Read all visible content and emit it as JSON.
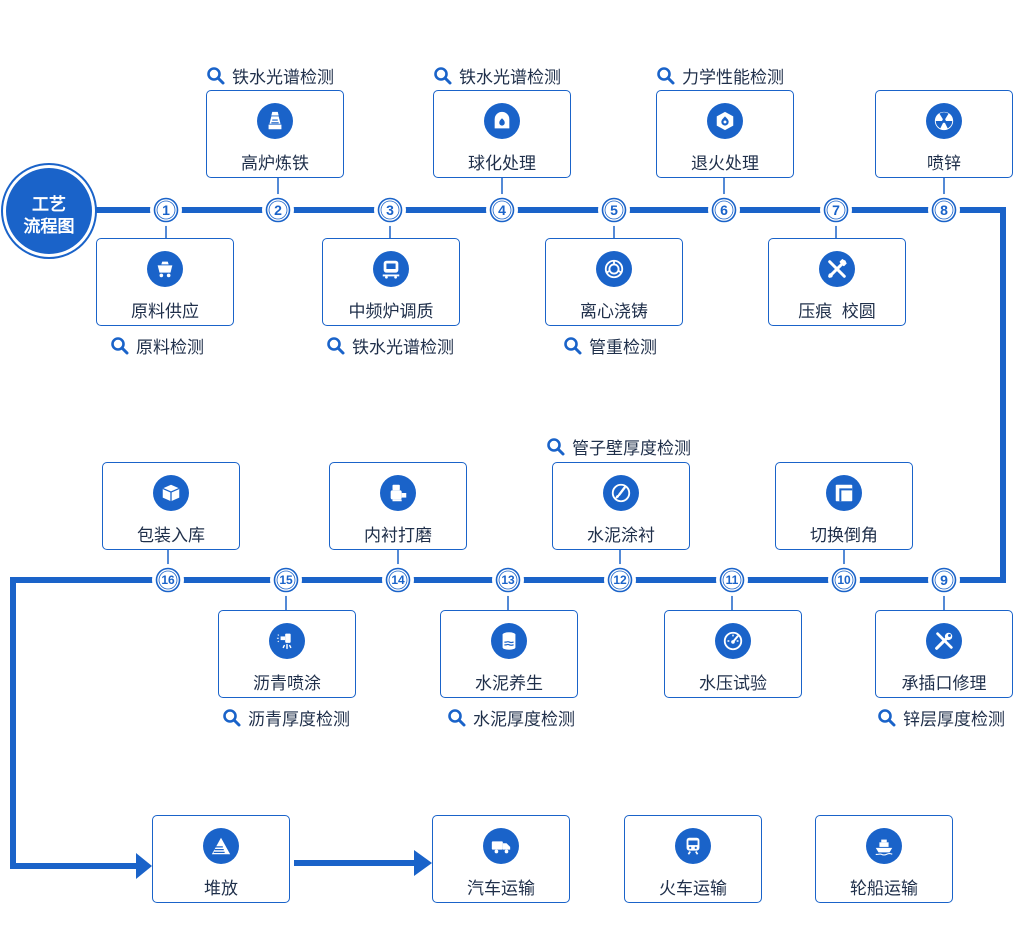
{
  "colors": {
    "accent": "#1a63c9",
    "text": "#1f2f4a",
    "background": "#ffffff"
  },
  "title": {
    "line1": "工艺",
    "line2": "流程图"
  },
  "steps": [
    {
      "num": "1",
      "label": "原料供应",
      "icon": "mine-cart-icon",
      "check": "原料检测"
    },
    {
      "num": "2",
      "label": "高炉炼铁",
      "icon": "blast-furnace-icon",
      "check": "铁水光谱检测"
    },
    {
      "num": "3",
      "label": "中频炉调质",
      "icon": "furnace-cart-icon",
      "check": "铁水光谱检测"
    },
    {
      "num": "4",
      "label": "球化处理",
      "icon": "ladle-flame-icon",
      "check": "铁水光谱检测"
    },
    {
      "num": "5",
      "label": "离心浇铸",
      "icon": "centrifuge-icon",
      "check": "管重检测"
    },
    {
      "num": "6",
      "label": "退火处理",
      "icon": "hex-flame-icon",
      "check": "力学性能检测"
    },
    {
      "num": "7",
      "label": "压痕  校圆",
      "icon": "tools-cross-icon",
      "check": ""
    },
    {
      "num": "8",
      "label": "喷锌",
      "icon": "radiation-icon",
      "check": ""
    },
    {
      "num": "9",
      "label": "承插口修理",
      "icon": "wrench-screwdriver-icon",
      "check": "锌层厚度检测"
    },
    {
      "num": "10",
      "label": "切换倒角",
      "icon": "square-corner-icon",
      "check": ""
    },
    {
      "num": "11",
      "label": "水压试验",
      "icon": "pressure-gauge-icon",
      "check": ""
    },
    {
      "num": "12",
      "label": "水泥涂衬",
      "icon": "paint-brush-icon",
      "check": "管子壁厚度检测"
    },
    {
      "num": "13",
      "label": "水泥养生",
      "icon": "cement-tank-icon",
      "check": "水泥厚度检测"
    },
    {
      "num": "14",
      "label": "内衬打磨",
      "icon": "grinder-icon",
      "check": ""
    },
    {
      "num": "15",
      "label": "沥青喷涂",
      "icon": "spray-tap-icon",
      "check": "沥青厚度检测"
    },
    {
      "num": "16",
      "label": "包装入库",
      "icon": "package-box-icon",
      "check": ""
    }
  ],
  "logistics": [
    {
      "label": "堆放",
      "icon": "stack-pile-icon"
    },
    {
      "label": "汽车运输",
      "icon": "truck-icon"
    },
    {
      "label": "火车运输",
      "icon": "train-icon"
    },
    {
      "label": "轮船运输",
      "icon": "ship-icon"
    }
  ]
}
